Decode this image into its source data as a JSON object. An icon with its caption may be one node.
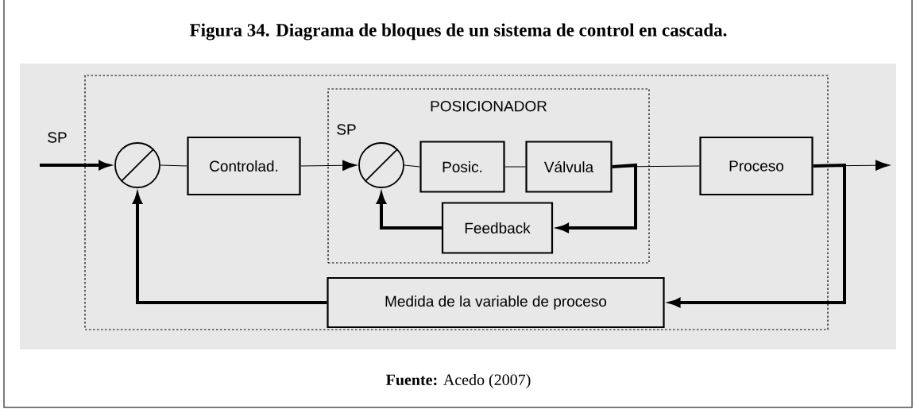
{
  "diagram": {
    "title": "Figura 34. Diagrama de bloques de un sistema de control en cascada.",
    "caption": "**Fuente:** Acedo (2007)",
    "nodes": [
      {
        "text": [],
        "shape": "box"
      },
      {
        "text": [
          "POSICIONADOR"
        ],
        "in": 0
      },
      {
        "text": [],
        "shape": "circle",
        "in": 0
      },
      {
        "text": [
          "Controlad."
        ],
        "in": 0
      },
      {
        "text": [],
        "shape": "circle",
        "in": 1
      },
      {
        "text": [
          "Posic."
        ],
        "in": 1
      },
      {
        "text": [
          "Válvula"
        ],
        "in": 1
      },
      {
        "text": [
          "Feedback"
        ],
        "in": 1
      },
      {
        "text": [
          "Proceso"
        ],
        "in": 0
      },
      {
        "text": [
          "Medida de la variable de proceso"
        ],
        "in": 0
      }
    ],
    "edges": [
      {
        "from": null,
        "to": 2,
        "arrow": "to",
        "style": "thick"
      },
      {
        "from": 2,
        "to": 3,
        "arrow": "none"
      },
      {
        "from": 3,
        "to": 4,
        "arrow": "to"
      },
      {
        "from": 4,
        "to": 5,
        "arrow": "none"
      },
      {
        "from": 5,
        "to": 6,
        "arrow": "none"
      },
      {
        "from": 6,
        "to": 8,
        "arrow": "none"
      },
      {
        "from": 6,
        "to": 7,
        "arrow": "to",
        "style": "thick"
      },
      {
        "from": 7,
        "to": 4,
        "arrow": "to",
        "style": "thick"
      },
      {
        "from": 8,
        "to": null,
        "arrow": "to"
      },
      {
        "from": 8,
        "to": 9,
        "arrow": "to",
        "style": "thick"
      },
      {
        "from": 9,
        "to": 2,
        "arrow": "to",
        "style": "thick"
      }
    ],
    "labels": [
      "SP",
      "SP"
    ]
  }
}
